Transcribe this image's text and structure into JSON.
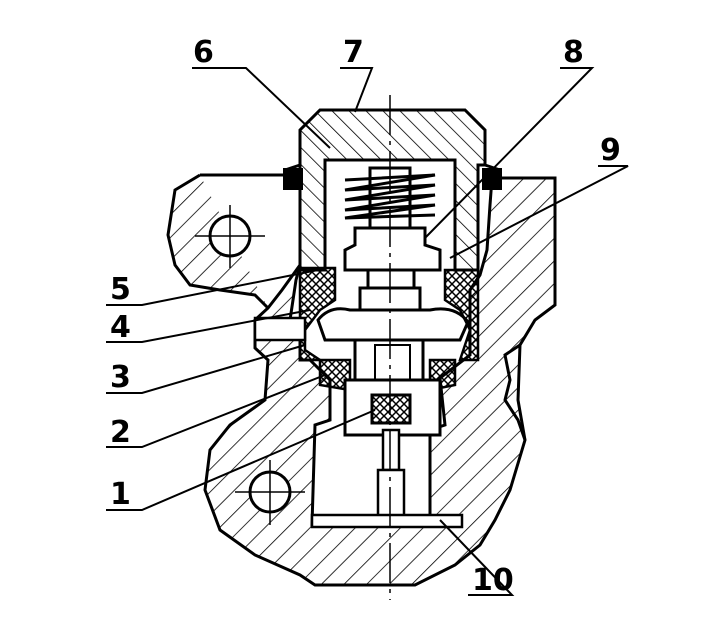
{
  "callouts": [
    {
      "id": "c1",
      "label": "1"
    },
    {
      "id": "c2",
      "label": "2"
    },
    {
      "id": "c3",
      "label": "3"
    },
    {
      "id": "c4",
      "label": "4"
    },
    {
      "id": "c5",
      "label": "5"
    },
    {
      "id": "c6",
      "label": "6"
    },
    {
      "id": "c7",
      "label": "7"
    },
    {
      "id": "c8",
      "label": "8"
    },
    {
      "id": "c9",
      "label": "9"
    },
    {
      "id": "c10",
      "label": "10"
    }
  ],
  "colors": {
    "ink": "#000000",
    "paper": "#ffffff"
  }
}
